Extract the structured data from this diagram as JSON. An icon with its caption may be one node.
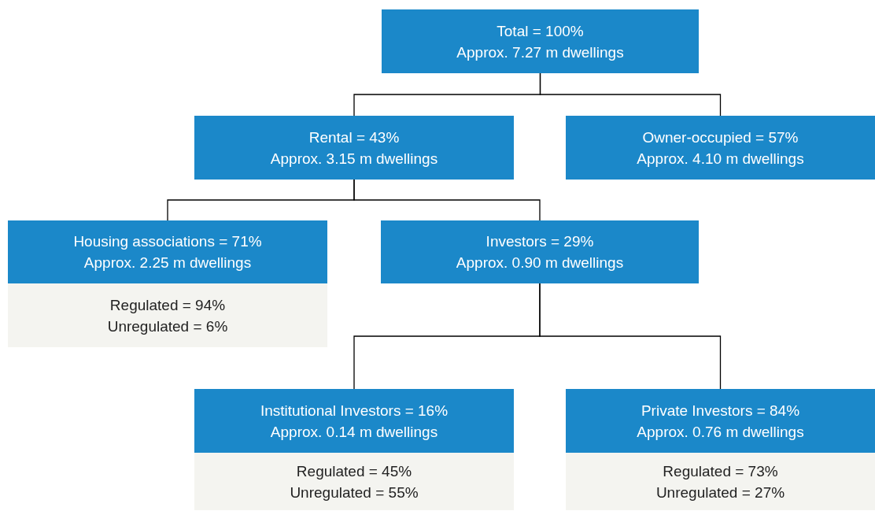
{
  "diagram": {
    "nodes": [
      {
        "text": [
          "Total = 100%",
          "Approx. 7.27 m dwellings"
        ]
      },
      {
        "text": [
          "Rental = 43%",
          "Approx. 3.15 m dwellings"
        ]
      },
      {
        "text": [
          "Owner-occupied = 57%",
          "Approx. 4.10 m dwellings"
        ]
      },
      {
        "text": [
          "Housing associations = 71%",
          "Approx. 2.25 m dwellings"
        ]
      },
      {
        "text": [
          "Regulated = 94%",
          "Unregulated = 6%"
        ]
      },
      {
        "text": [
          "Investors = 29%",
          "Approx. 0.90 m dwellings"
        ]
      },
      {
        "text": [
          "Institutional Investors = 16%",
          "Approx. 0.14 m dwellings"
        ]
      },
      {
        "text": [
          "Regulated = 45%",
          "Unregulated = 55%"
        ]
      },
      {
        "text": [
          "Private Investors = 84%",
          "Approx. 0.76 m dwellings"
        ]
      },
      {
        "text": [
          "Regulated = 73%",
          "Unregulated = 27%"
        ]
      }
    ],
    "edges": [
      {
        "from": 0,
        "to": 1,
        "arrow": "none"
      },
      {
        "from": 0,
        "to": 2,
        "arrow": "none"
      },
      {
        "from": 1,
        "to": 3,
        "arrow": "none"
      },
      {
        "from": 1,
        "to": 5,
        "arrow": "none"
      },
      {
        "from": 5,
        "to": 6,
        "arrow": "none"
      },
      {
        "from": 5,
        "to": 8,
        "arrow": "none"
      }
    ]
  }
}
